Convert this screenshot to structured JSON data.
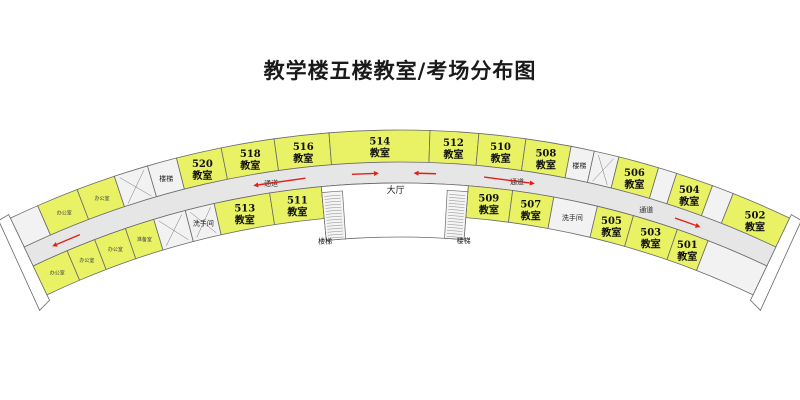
{
  "title": "教学楼五楼教室/考场分布图",
  "colors": {
    "classroom": "#e8f264",
    "office": "#e8f264",
    "corridor": "#e6e6e6",
    "service": "#f2f2f2",
    "outline": "#6a6a6a",
    "arrow": "#e0201a"
  },
  "lobby_label": "大厅",
  "corridor_label": "通道",
  "stairs_label": "楼梯",
  "washroom_label": "洗手间",
  "classrooms": [
    {
      "number": "520",
      "label": "教室"
    },
    {
      "number": "518",
      "label": "教室"
    },
    {
      "number": "516",
      "label": "教室"
    },
    {
      "number": "514",
      "label": "教室"
    },
    {
      "number": "512",
      "label": "教室"
    },
    {
      "number": "510",
      "label": "教室"
    },
    {
      "number": "508",
      "label": "教室"
    },
    {
      "number": "506",
      "label": "教室"
    },
    {
      "number": "504",
      "label": "教室"
    },
    {
      "number": "502",
      "label": "教室"
    },
    {
      "number": "501",
      "label": "教室"
    },
    {
      "number": "503",
      "label": "教室"
    },
    {
      "number": "505",
      "label": "教室"
    },
    {
      "number": "507",
      "label": "教室"
    },
    {
      "number": "509",
      "label": "教室"
    },
    {
      "number": "511",
      "label": "教室"
    },
    {
      "number": "513",
      "label": "教室"
    }
  ],
  "offices": {
    "office_label": "办公室",
    "lab_label": "准备室",
    "small_label": "办公"
  }
}
